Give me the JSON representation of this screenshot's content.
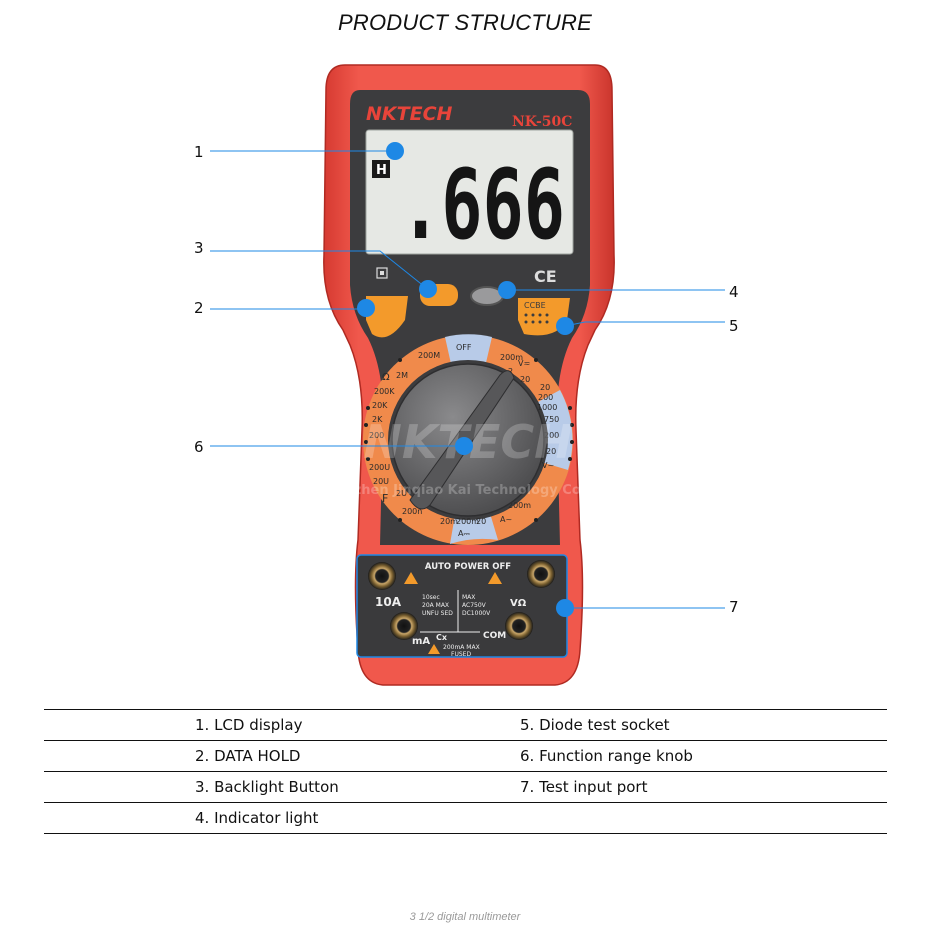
{
  "title": "PRODUCT STRUCTURE",
  "device": {
    "brand": "NKTECH",
    "model": "NK-50C",
    "lcd_reading": ".666",
    "lcd_hold_indicator": "H",
    "ce_mark": "CE",
    "watermark_brand": "NKTECH",
    "watermark_company": "Shenzhen Jinqiao Kai Technology Co., Ltd",
    "dial_labels": {
      "top": [
        "OFF",
        "200M",
        "V≂",
        "2",
        "20",
        "200m"
      ],
      "ohm": [
        "Ω",
        "2M",
        "200K",
        "20K",
        "2K",
        "200"
      ],
      "cap": [
        "200U",
        "20U",
        "2U",
        "200n",
        "F"
      ],
      "amps": [
        "20m",
        "200m",
        "20",
        "A⎓",
        "A~",
        "200m"
      ],
      "volts": [
        "20",
        "200",
        "1000",
        "750",
        "200",
        "20",
        "V~"
      ]
    },
    "ports": {
      "auto_power_off": "AUTO POWER OFF",
      "ten_a": "10A",
      "ten_a_spec_1": "10sec",
      "ten_a_spec_2": "20A MAX",
      "ten_a_spec_3": "UNFU SED",
      "max_1": "MAX",
      "max_2": "AC750V",
      "max_3": "DC1000V",
      "vohm": "VΩ",
      "ma": "mA",
      "cx": "Cx",
      "com": "COM",
      "fused_1": "200mA MAX",
      "fused_2": "FUSED"
    },
    "diode_socket_label": "CCBE"
  },
  "callouts": [
    {
      "num": "1"
    },
    {
      "num": "2"
    },
    {
      "num": "3"
    },
    {
      "num": "4"
    },
    {
      "num": "5"
    },
    {
      "num": "6"
    },
    {
      "num": "7"
    }
  ],
  "table": {
    "rows": [
      {
        "left": "1. LCD display",
        "right": "5. Diode test socket"
      },
      {
        "left": "2. DATA HOLD",
        "right": "6. Function range knob"
      },
      {
        "left": "3. Backlight Button",
        "right": "7. Test input port"
      },
      {
        "left": "4. Indicator light",
        "right": ""
      }
    ]
  },
  "footer": "3 1/2 digital multimeter",
  "colors": {
    "body_red": "#e8443a",
    "faceplate": "#3c3c3e",
    "dial_orange": "#f08a4b",
    "dial_blue": "#b8cbe8",
    "callout_blue": "#1e88e5",
    "button_orange": "#f39a2b"
  }
}
